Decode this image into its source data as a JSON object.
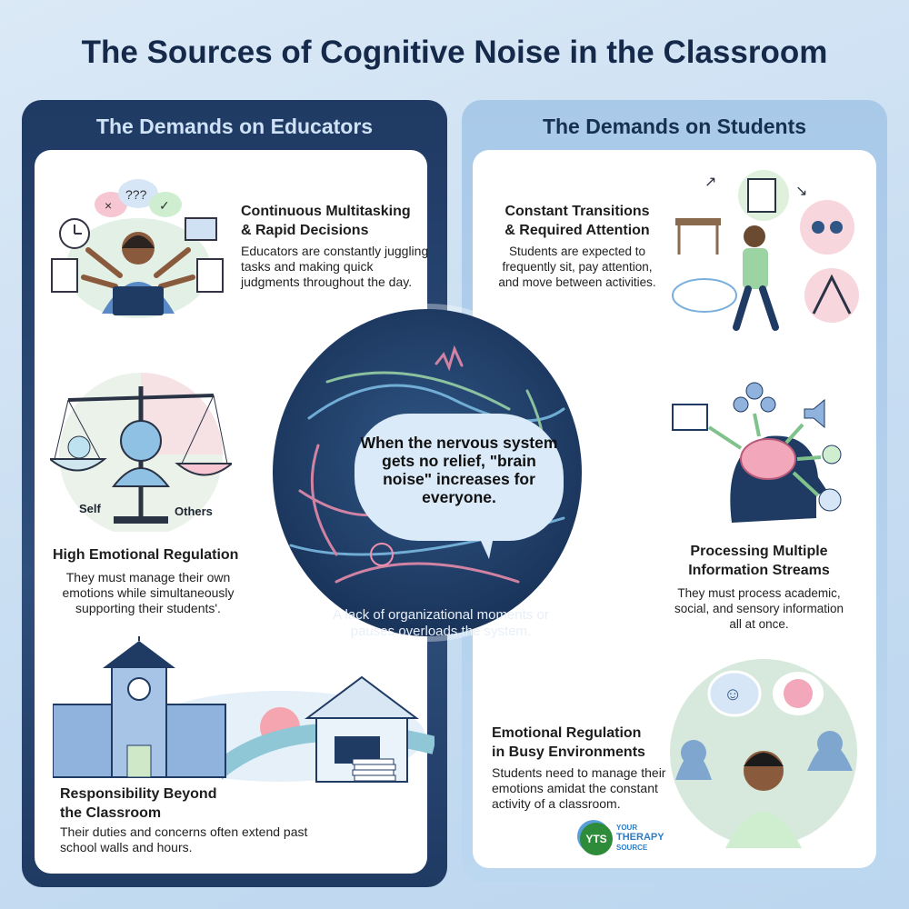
{
  "title": "The Sources of Cognitive Noise in the Classroom",
  "educators": {
    "header": "The Demands on Educators",
    "items": [
      {
        "heading_line1": "Continuous Multitasking",
        "heading_line2": "& Rapid Decisions",
        "body": "Educators are constantly juggling tasks and making quick judgments throughout the day.",
        "icon": "multitasking-teacher-illustration"
      },
      {
        "heading": "High Emotional Regulation",
        "body": "They must manage their own emotions while simultaneously supporting their students'.",
        "icon": "balance-scale-illustration",
        "scale_left_label": "Self",
        "scale_right_label": "Others"
      },
      {
        "heading_line1": "Responsibility Beyond",
        "heading_line2": "the Classroom",
        "body": "Their duties and concerns often extend past school walls and hours.",
        "icon": "school-and-home-illustration"
      }
    ]
  },
  "students": {
    "header": "The Demands on Students",
    "items": [
      {
        "heading_line1": "Constant Transitions",
        "heading_line2": "& Required Attention",
        "body": "Students are expected to frequently sit, pay attention, and move between activities.",
        "icon": "student-transitions-illustration"
      },
      {
        "heading_line1": "Processing Multiple",
        "heading_line2": "Information Streams",
        "body": "They must process academic, social, and sensory information all at once.",
        "icon": "brain-inputs-illustration"
      },
      {
        "heading_line1": "Emotional Regulation",
        "heading_line2": "in Busy Environments",
        "body": "Students need to manage their emotions amidat the constant activity of a classroom.",
        "icon": "busy-classroom-illustration"
      }
    ]
  },
  "center": {
    "bubble_text": "When the nervous system gets no relief, \"brain noise\" increases for everyone.",
    "caption": "A lack of organizational moments or pauses overloads the system."
  },
  "logo": {
    "mark": "YTS",
    "line1": "YOUR",
    "line2": "THERAPY",
    "line3": "SOURCE"
  },
  "colors": {
    "navy": "#1f3a63",
    "light_blue": "#a9c9e9",
    "pink": "#f0a0b4",
    "green": "#9fd8a8",
    "logo_green": "#2e8b3a"
  }
}
